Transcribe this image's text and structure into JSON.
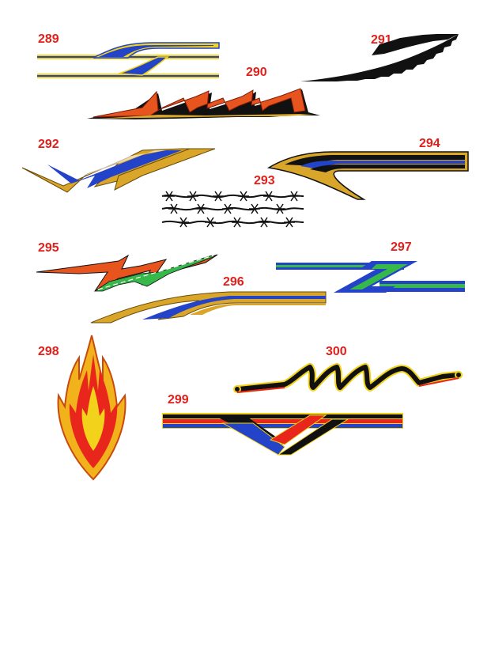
{
  "colors": {
    "label": "#e0201b",
    "yellow": "#f2d21b",
    "blue": "#2343c8",
    "gold": "#d9a62a",
    "orange": "#e8541e",
    "black": "#111111",
    "green": "#37b84a",
    "red": "#e8261c"
  },
  "designs": [
    {
      "id": "289",
      "label": "289"
    },
    {
      "id": "290",
      "label": "290"
    },
    {
      "id": "291",
      "label": "291"
    },
    {
      "id": "292",
      "label": "292"
    },
    {
      "id": "293",
      "label": "293"
    },
    {
      "id": "294",
      "label": "294"
    },
    {
      "id": "295",
      "label": "295"
    },
    {
      "id": "296",
      "label": "296"
    },
    {
      "id": "297",
      "label": "297"
    },
    {
      "id": "298",
      "label": "298"
    },
    {
      "id": "299",
      "label": "299"
    },
    {
      "id": "300",
      "label": "300"
    }
  ]
}
